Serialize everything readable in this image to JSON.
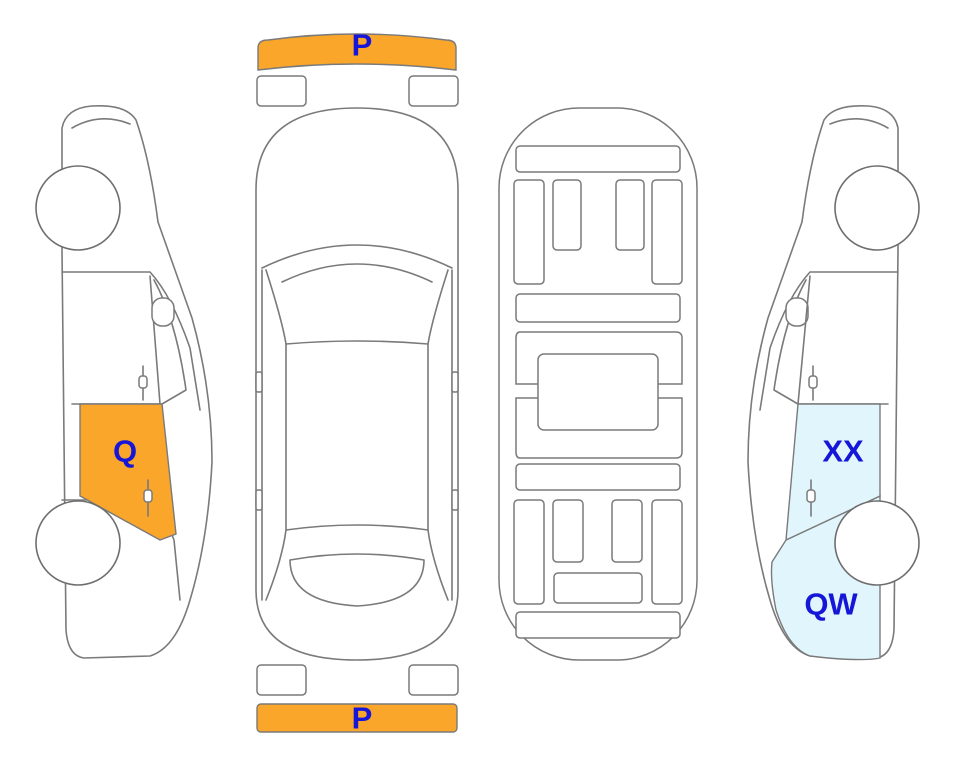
{
  "colors": {
    "damage_orange": "#f9a62a",
    "damage_lightblue": "#e1f6fc",
    "label_blue": "#1616d8",
    "outline": "#7a7a7a"
  },
  "zones": {
    "front_bumper": {
      "code": "P",
      "color": "#f9a62a"
    },
    "rear_bumper": {
      "code": "P",
      "color": "#f9a62a"
    },
    "left_rear_door": {
      "code": "Q",
      "color": "#f9a62a"
    },
    "right_rear_door": {
      "code": "XX",
      "color": "#e1f6fc"
    },
    "right_rear_quarter": {
      "code": "QW",
      "color": "#e1f6fc"
    }
  }
}
